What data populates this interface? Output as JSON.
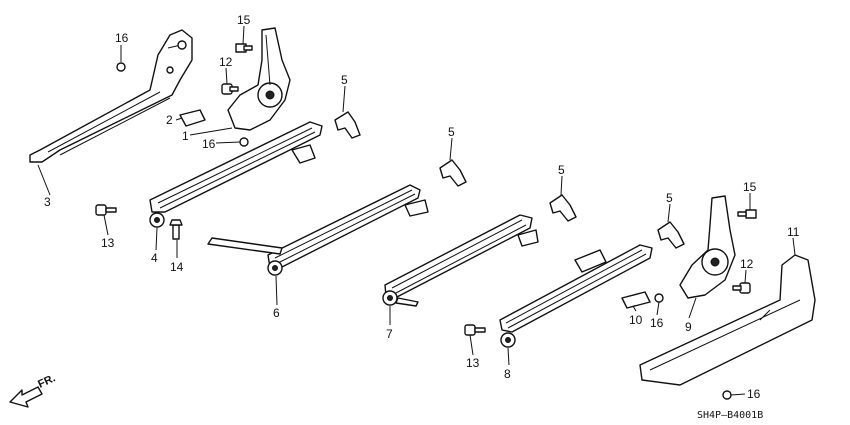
{
  "diagram": {
    "code": "SH4P–B4001B",
    "direction": "FR.",
    "callouts": [
      "1",
      "2",
      "3",
      "4",
      "5",
      "6",
      "7",
      "8",
      "9",
      "10",
      "11",
      "12",
      "13",
      "14",
      "15",
      "16"
    ]
  }
}
